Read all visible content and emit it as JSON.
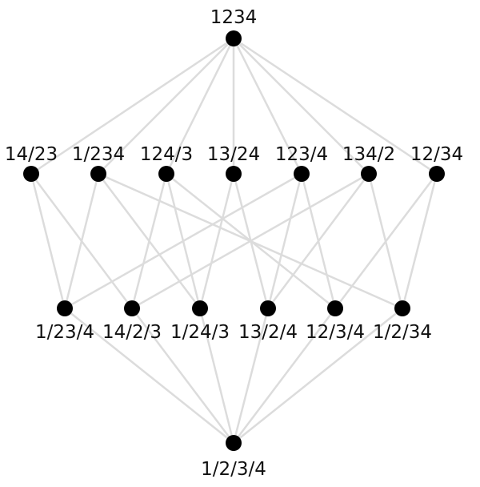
{
  "diagram": {
    "colors": {
      "node": "#000000",
      "edge": "#dcdcdc",
      "label": "#111111",
      "background": "#ffffff"
    },
    "nodes": [
      {
        "id": "1234",
        "label": "1234",
        "level": 0
      },
      {
        "id": "14/23",
        "label": "14/23",
        "level": 1
      },
      {
        "id": "1/234",
        "label": "1/234",
        "level": 1
      },
      {
        "id": "124/3",
        "label": "124/3",
        "level": 1
      },
      {
        "id": "13/24",
        "label": "13/24",
        "level": 1
      },
      {
        "id": "123/4",
        "label": "123/4",
        "level": 1
      },
      {
        "id": "134/2",
        "label": "134/2",
        "level": 1
      },
      {
        "id": "12/34",
        "label": "12/34",
        "level": 1
      },
      {
        "id": "1/23/4",
        "label": "1/23/4",
        "level": 2
      },
      {
        "id": "14/2/3",
        "label": "14/2/3",
        "level": 2
      },
      {
        "id": "1/24/3",
        "label": "1/24/3",
        "level": 2
      },
      {
        "id": "13/2/4",
        "label": "13/2/4",
        "level": 2
      },
      {
        "id": "12/3/4",
        "label": "12/3/4",
        "level": 2
      },
      {
        "id": "1/2/34",
        "label": "1/2/34",
        "level": 2
      },
      {
        "id": "1/2/3/4",
        "label": "1/2/3/4",
        "level": 3
      }
    ],
    "edges": [
      [
        "1234",
        "14/23"
      ],
      [
        "1234",
        "1/234"
      ],
      [
        "1234",
        "124/3"
      ],
      [
        "1234",
        "13/24"
      ],
      [
        "1234",
        "123/4"
      ],
      [
        "1234",
        "134/2"
      ],
      [
        "1234",
        "12/34"
      ],
      [
        "14/23",
        "1/23/4"
      ],
      [
        "14/23",
        "14/2/3"
      ],
      [
        "1/234",
        "1/23/4"
      ],
      [
        "1/234",
        "1/24/3"
      ],
      [
        "1/234",
        "1/2/34"
      ],
      [
        "124/3",
        "14/2/3"
      ],
      [
        "124/3",
        "1/24/3"
      ],
      [
        "124/3",
        "12/3/4"
      ],
      [
        "13/24",
        "1/24/3"
      ],
      [
        "13/24",
        "13/2/4"
      ],
      [
        "123/4",
        "1/23/4"
      ],
      [
        "123/4",
        "13/2/4"
      ],
      [
        "123/4",
        "12/3/4"
      ],
      [
        "134/2",
        "14/2/3"
      ],
      [
        "134/2",
        "13/2/4"
      ],
      [
        "134/2",
        "1/2/34"
      ],
      [
        "12/34",
        "12/3/4"
      ],
      [
        "12/34",
        "1/2/34"
      ],
      [
        "1/23/4",
        "1/2/3/4"
      ],
      [
        "14/2/3",
        "1/2/3/4"
      ],
      [
        "1/24/3",
        "1/2/3/4"
      ],
      [
        "13/2/4",
        "1/2/3/4"
      ],
      [
        "12/3/4",
        "1/2/3/4"
      ],
      [
        "1/2/34",
        "1/2/3/4"
      ]
    ]
  }
}
